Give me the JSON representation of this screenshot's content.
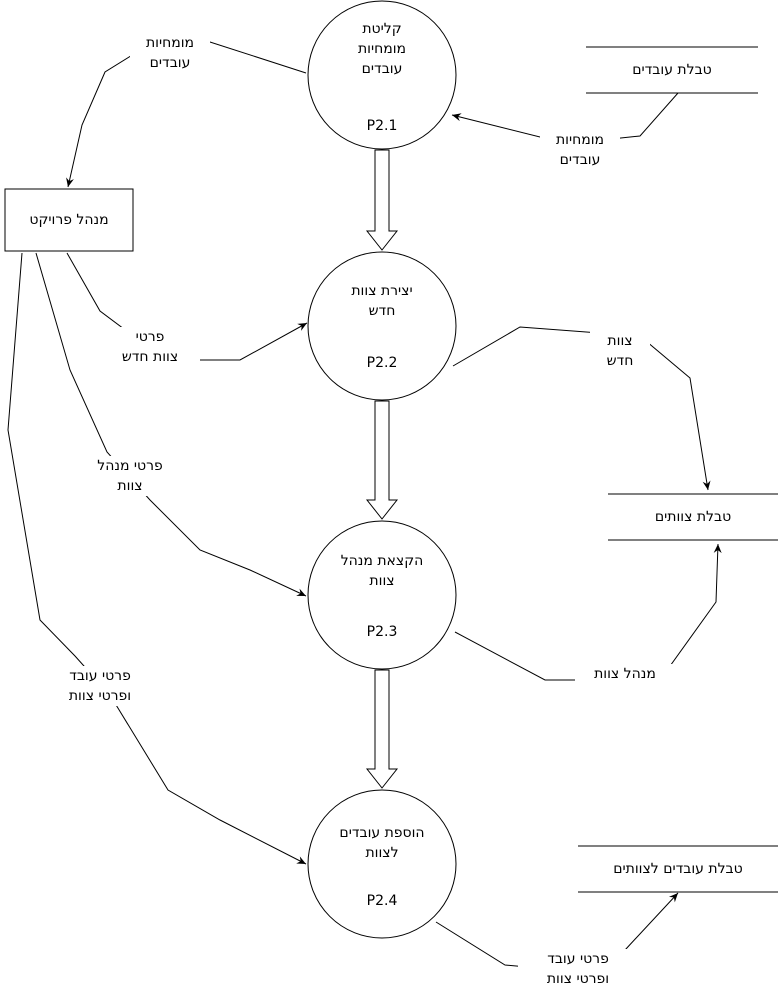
{
  "processes": [
    {
      "id": "p21",
      "name_lines": [
        "קליטת",
        "מומחיות",
        "עובדים"
      ],
      "code": "P2.1"
    },
    {
      "id": "p22",
      "name_lines": [
        "יצירת צוות",
        "חדש"
      ],
      "code": "P2.2"
    },
    {
      "id": "p23",
      "name_lines": [
        "הקצאת מנהל",
        "צוות"
      ],
      "code": "P2.3"
    },
    {
      "id": "p24",
      "name_lines": [
        "הוספת עובדים",
        "לצוות"
      ],
      "code": "P2.4"
    }
  ],
  "external_entity": {
    "label": "מנהל פרויקט"
  },
  "data_stores": [
    {
      "id": "employees",
      "label": "טבלת עובדים"
    },
    {
      "id": "teams",
      "label": "טבלת צוותים"
    },
    {
      "id": "team_employees",
      "label": "טבלת עובדים לצוותים"
    }
  ],
  "flows": [
    {
      "id": "f1",
      "lines": [
        "מומחיות",
        "עובדים"
      ]
    },
    {
      "id": "f2",
      "lines": [
        "מומחיות",
        "עובדים"
      ]
    },
    {
      "id": "f3",
      "lines": [
        "פרטי",
        "צוות חדש"
      ]
    },
    {
      "id": "f4",
      "lines": [
        "צוות",
        "חדש"
      ]
    },
    {
      "id": "f5",
      "lines": [
        "פרטי מנהל",
        "צוות"
      ]
    },
    {
      "id": "f6",
      "lines": [
        "מנהל צוות"
      ]
    },
    {
      "id": "f7",
      "lines": [
        "פרטי עובד",
        "ופרטי צוות"
      ]
    },
    {
      "id": "f8",
      "lines": [
        "פרטי עובד",
        "ופרטי צוות"
      ]
    }
  ]
}
